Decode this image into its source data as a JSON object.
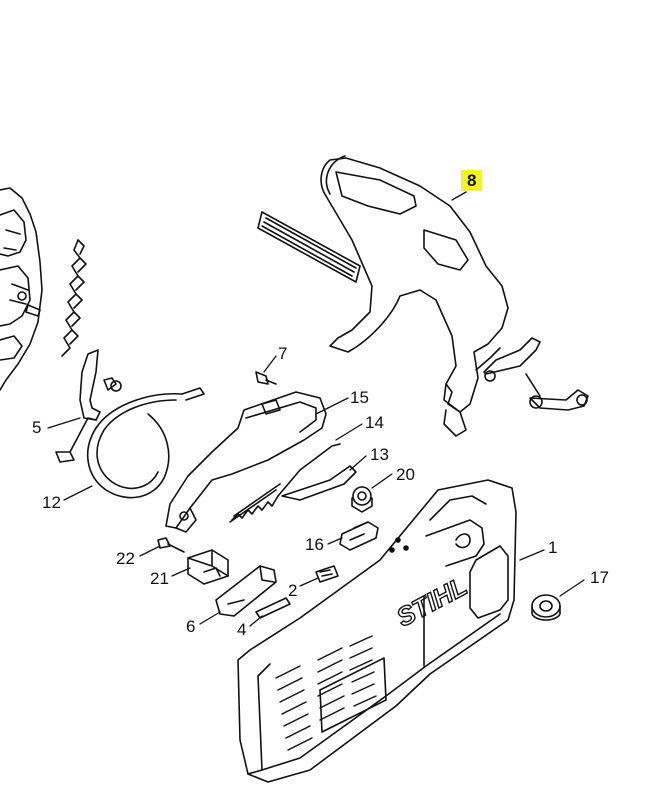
{
  "diagram": {
    "brand_text": "STIHL",
    "highlight_color": "#f5f51a",
    "line_color": "#111111",
    "callouts": [
      {
        "id": "8",
        "label": "8",
        "highlighted": true
      },
      {
        "id": "7",
        "label": "7"
      },
      {
        "id": "15",
        "label": "15"
      },
      {
        "id": "14",
        "label": "14"
      },
      {
        "id": "13",
        "label": "13"
      },
      {
        "id": "20",
        "label": "20"
      },
      {
        "id": "5",
        "label": "5"
      },
      {
        "id": "12",
        "label": "12"
      },
      {
        "id": "16",
        "label": "16"
      },
      {
        "id": "1",
        "label": "1"
      },
      {
        "id": "22",
        "label": "22"
      },
      {
        "id": "21",
        "label": "21"
      },
      {
        "id": "2",
        "label": "2"
      },
      {
        "id": "17",
        "label": "17"
      },
      {
        "id": "6",
        "label": "6"
      },
      {
        "id": "4",
        "label": "4"
      }
    ]
  }
}
